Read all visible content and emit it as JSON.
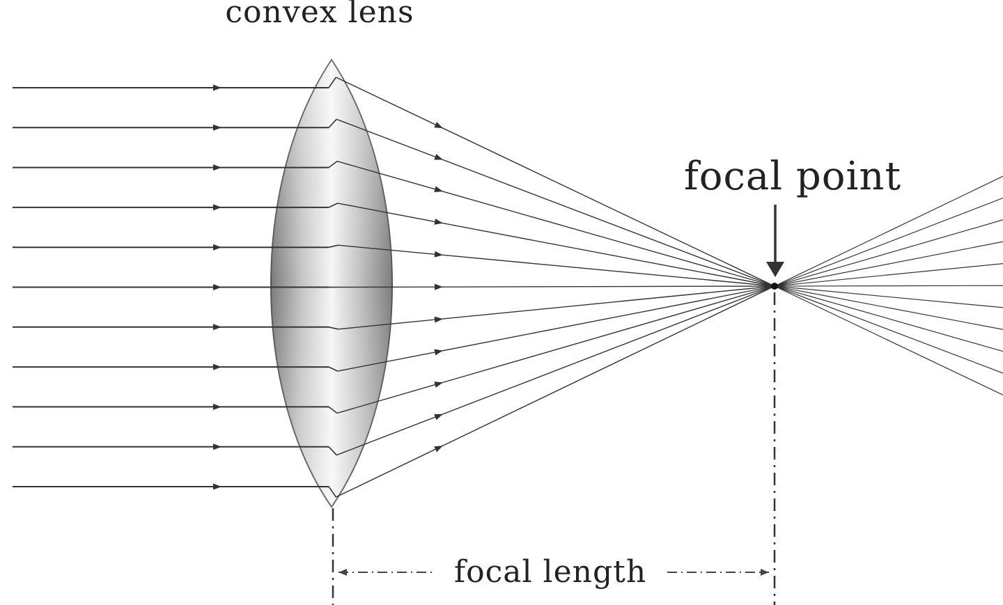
{
  "labels": {
    "lens": "convex lens",
    "focal_point": "focal point",
    "focal_length": "focal length"
  },
  "ray_count": 11,
  "colors": {
    "ray": "#333333",
    "lens_edge": "#555555",
    "lens_light": "#f4f4f4",
    "lens_dark": "#8c8c8c",
    "text": "#222222",
    "background": "#ffffff"
  }
}
